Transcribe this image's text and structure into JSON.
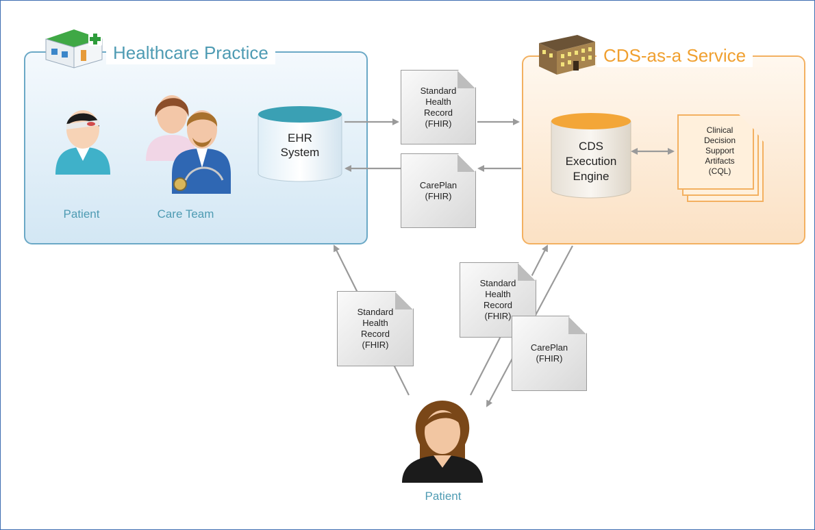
{
  "healthcare_practice": {
    "title": "Healthcare Practice",
    "patient_label": "Patient",
    "care_team_label": "Care Team",
    "ehr_label": "EHR\nSystem"
  },
  "cds_service": {
    "title": "CDS-as-a Service",
    "engine_label": "CDS\nExecution\nEngine",
    "artifacts_label": "Clinical\nDecision\nSupport\nArtifacts\n(CQL)"
  },
  "documents": {
    "record_top": "Standard\nHealth\nRecord\n(FHIR)",
    "careplan_top": "CarePlan\n(FHIR)",
    "record_left": "Standard\nHealth\nRecord\n(FHIR)",
    "record_right": "Standard\nHealth\nRecord\n(FHIR)",
    "careplan_bottom": "CarePlan\n(FHIR)"
  },
  "patient_bottom_label": "Patient",
  "colors": {
    "practice_accent": "#4e9bb3",
    "service_accent": "#f0a030",
    "arrow": "#9a9a9a"
  },
  "icons": {
    "practice": "clinic-building-icon",
    "service": "office-building-icon",
    "patient": "patient-person-icon",
    "care_team": "care-team-icon",
    "patient_bottom": "woman-patient-icon"
  }
}
